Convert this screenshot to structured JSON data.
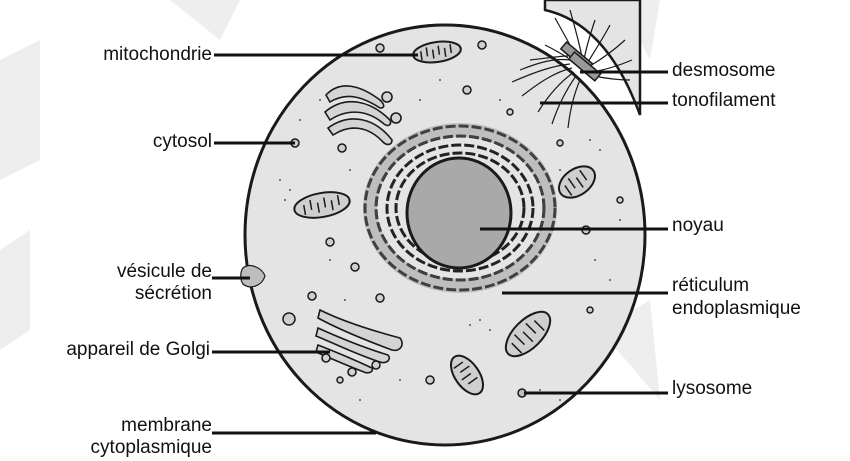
{
  "labels_left": {
    "mitochondrie": "mitochondrie",
    "cytosol": "cytosol",
    "vesicule_line1": "vésicule de",
    "vesicule_line2": "sécrétion",
    "golgi": "appareil de Golgi",
    "membrane_line1": "membrane",
    "membrane_line2": "cytoplasmique"
  },
  "labels_right": {
    "desmosome": "desmosome",
    "tonofilament": "tonofilament",
    "noyau": "noyau",
    "reticulum_line1": "réticulum",
    "reticulum_line2": "endoplasmique",
    "lysosome": "lysosome"
  },
  "colors": {
    "cytoplasm": "#e4e4e4",
    "nucleus": "#a9a9a9",
    "outline": "#1a1a1a",
    "watermark": "#eeeeee"
  }
}
